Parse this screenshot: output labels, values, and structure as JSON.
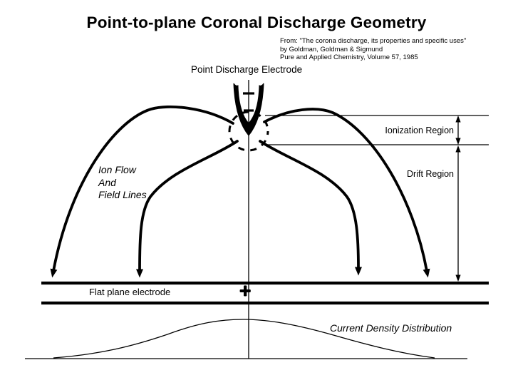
{
  "title": "Point-to-plane Coronal Discharge Geometry",
  "citation": {
    "line1": "From: \"The corona discharge, its properties and specific uses\"",
    "line2": "by Goldman, Goldman & Sigmund",
    "line3": "Pure and Applied Chemistry, Volume 57, 1985"
  },
  "labels": {
    "point_electrode": "Point Discharge Electrode",
    "ionization_region": "Ionization Region",
    "drift_region": "Drift Region",
    "ion_flow": [
      "Ion Flow",
      "And",
      "Field Lines"
    ],
    "flat_plane": "Flat plane electrode",
    "current_density": "Current Density Distribution"
  },
  "symbols": {
    "plane_polarity": "+"
  },
  "colors": {
    "ink": "#000000",
    "background": "#ffffff"
  }
}
